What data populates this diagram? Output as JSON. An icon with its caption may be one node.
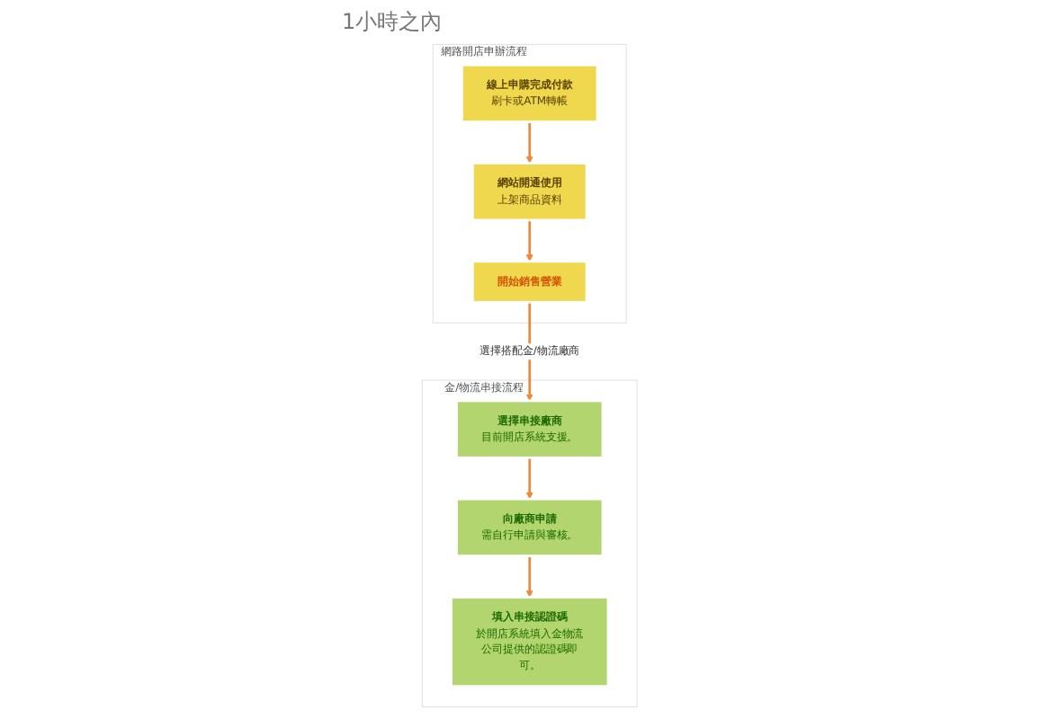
{
  "diagram": {
    "nodes": [
      {
        "text": [
          "網路開店申辦流程"
        ]
      },
      {
        "text": [
          "線上申購完成付款",
          "刷卡或ATM轉帳"
        ],
        "in": 0
      },
      {
        "text": [
          "網站開通使用",
          "上架商品資料"
        ],
        "in": 0
      },
      {
        "text": [
          "開始銷售營業"
        ],
        "in": 0
      },
      {
        "text": [
          "金/物流串接流程"
        ]
      },
      {
        "text": [
          "選擇串接廠商",
          "目前開店系統支援。"
        ],
        "in": 4
      },
      {
        "text": [
          "向廠商申請",
          "需自行申請與審核。"
        ],
        "in": 4
      },
      {
        "text": [
          "填入串接認證碼",
          "於開店系統填入金物流公司提供的認證碼即可。"
        ],
        "in": 4
      }
    ],
    "edges": [
      {
        "from": 1,
        "to": 2,
        "arrow": "to"
      },
      {
        "from": 2,
        "to": 3,
        "arrow": "to"
      },
      {
        "from": 3,
        "to": 5,
        "arrow": "to",
        "label": "選擇搭配金/物流廠商"
      },
      {
        "from": 5,
        "to": 6,
        "arrow": "to"
      },
      {
        "from": 6,
        "to": 7,
        "arrow": "to"
      }
    ],
    "labels": [
      "1小時之內"
    ]
  }
}
